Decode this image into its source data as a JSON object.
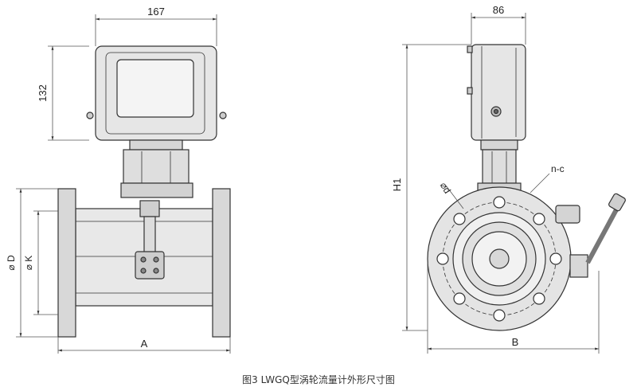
{
  "figure": {
    "caption": "图3  LWGQ型涡轮流量计外形尺寸图",
    "front_view": {
      "width_label": "167",
      "height_label": "132",
      "diameter_d_label": "⌀ D",
      "diameter_k_label": "⌀ K",
      "length_label": "A"
    },
    "side_view": {
      "width_label": "86",
      "height_label": "H1",
      "bolt_hole_label": "⌀d",
      "bolts_label": "n-c",
      "overall_label": "B"
    }
  },
  "colors": {
    "line": "#333333",
    "fill": "#d9d9d9",
    "light": "#eeeeee",
    "dim": "#555555"
  }
}
